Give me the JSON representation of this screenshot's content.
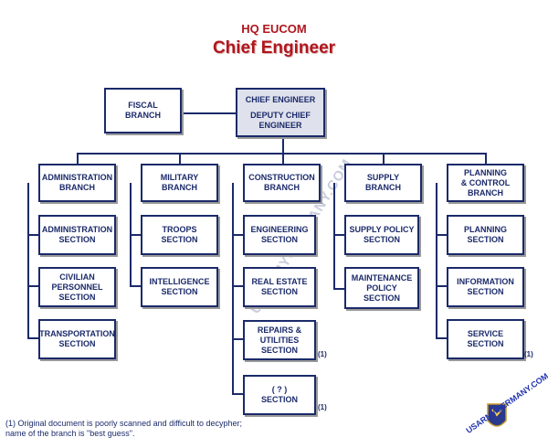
{
  "header": {
    "org": "HQ EUCOM",
    "title": "Chief Engineer"
  },
  "top": {
    "fiscal": "FISCAL\nBRANCH",
    "chief": "CHIEF ENGINEER",
    "deputy": "DEPUTY CHIEF\nENGINEER"
  },
  "branches": {
    "administration": {
      "label": "ADMINISTRATION\nBRANCH",
      "sections": [
        "ADMINISTRATION\nSECTION",
        "CIVILIAN\nPERSONNEL\nSECTION",
        "TRANSPORTATION\nSECTION"
      ]
    },
    "military": {
      "label": "MILITARY\nBRANCH",
      "sections": [
        "TROOPS\nSECTION",
        "INTELLIGENCE\nSECTION"
      ]
    },
    "construction": {
      "label": "CONSTRUCTION\nBRANCH",
      "sections": [
        "ENGINEERING\nSECTION",
        "REAL ESTATE\nSECTION",
        "REPAIRS &\nUTILITIES\nSECTION",
        "( ? )\nSECTION"
      ]
    },
    "supply": {
      "label": "SUPPLY\nBRANCH",
      "sections": [
        "SUPPLY POLICY\nSECTION",
        "MAINTENANCE\nPOLICY\nSECTION"
      ]
    },
    "planning": {
      "label": "PLANNING\n& CONTROL\nBRANCH",
      "sections": [
        "PLANNING\nSECTION",
        "INFORMATION\nSECTION",
        "SERVICE\nSECTION"
      ]
    }
  },
  "notes": {
    "marker": "(1)",
    "footnote": "(1) Original document is poorly scanned and difficult to decypher; name of the branch is \"best guess\"."
  },
  "watermark": {
    "text": "USARMYGERMANY.COM"
  },
  "colors": {
    "title": "#b0161d",
    "box_border": "#1b2a6a",
    "chief_fill": "#dfe2ec"
  }
}
